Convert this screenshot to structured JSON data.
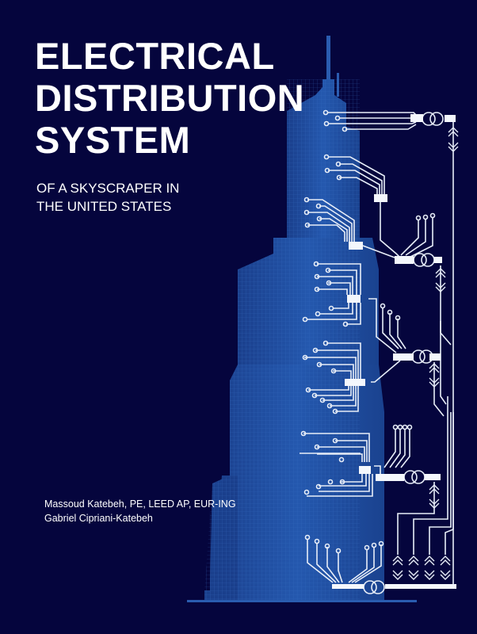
{
  "cover": {
    "title_lines": [
      "ELECTRICAL",
      "DISTRIBUTION",
      "SYSTEM"
    ],
    "subtitle_lines": [
      "OF A SKYSCRAPER IN",
      "THE UNITED STATES"
    ],
    "authors": [
      "Massoud Katebeh, PE, LEED AP, EUR-ING",
      "Gabriel Cipriani-Katebeh"
    ]
  },
  "colors": {
    "background": "#05053d",
    "building": "#1f4fa0",
    "wiring": "#e8eef8",
    "text": "#ffffff"
  },
  "illustration": {
    "building_icon": "skyscraper-wireframe",
    "wiring_icon": "single-line-electrical-diagram",
    "transformer_icon": "transformer-double-circle",
    "switch_icon": "withdrawable-breaker-chevrons"
  }
}
